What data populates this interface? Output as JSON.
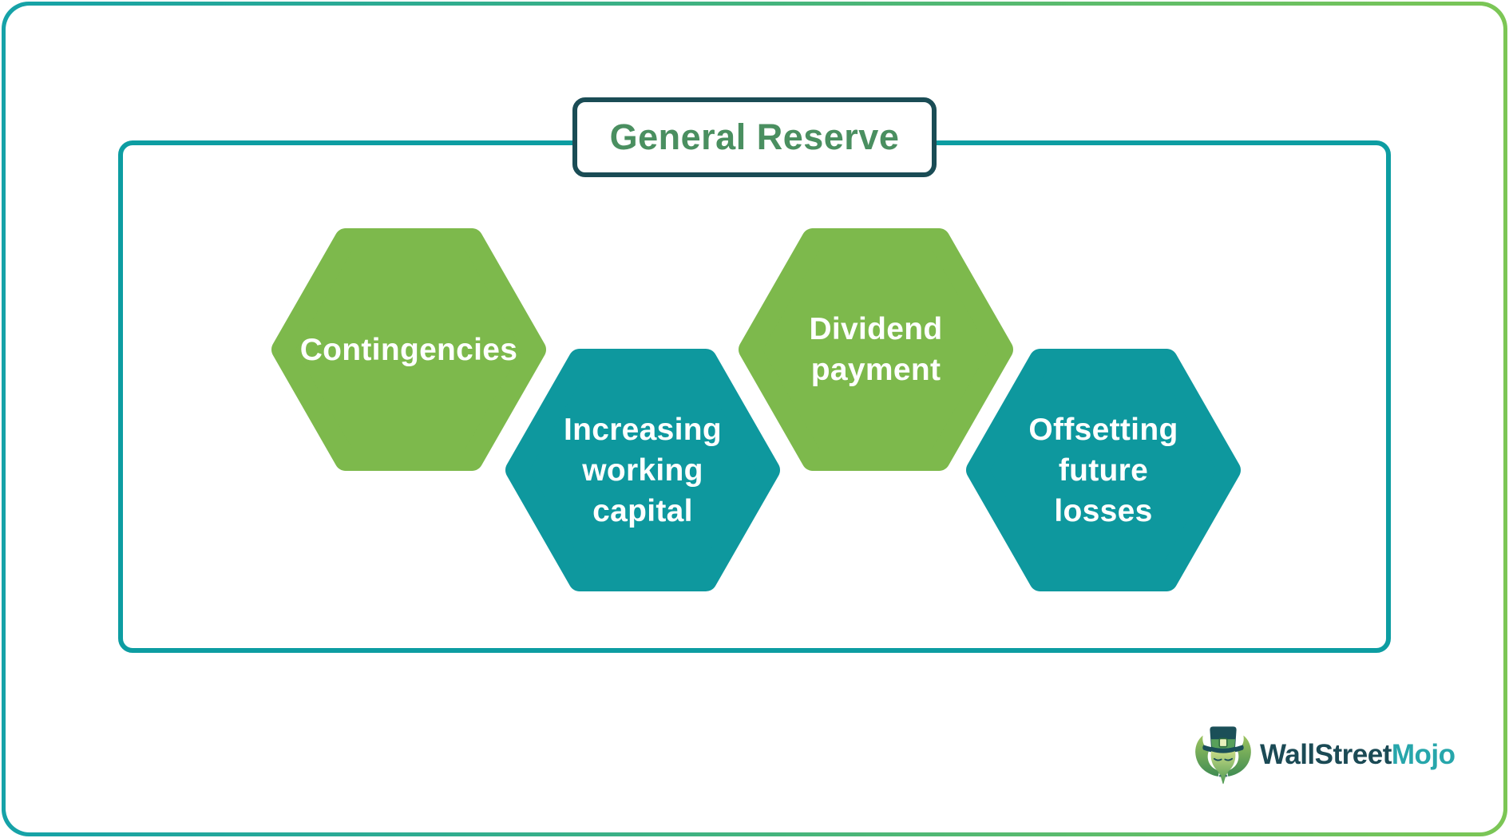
{
  "diagram": {
    "title": "General Reserve",
    "title_text_color": "#4a8f60",
    "title_border_color": "#1a4c55",
    "inner_frame_border_color": "#0d9da2",
    "outer_frame_gradient_start": "#15a2a8",
    "outer_frame_gradient_end": "#7cc655"
  },
  "hexagons": [
    {
      "id": "contingencies",
      "label": "Contingencies",
      "color": "#7db94c",
      "text_color": "#ffffff"
    },
    {
      "id": "increasing-working-capital",
      "label": "Increasing\nworking\ncapital",
      "color": "#0e989e",
      "text_color": "#ffffff"
    },
    {
      "id": "dividend-payment",
      "label": "Dividend\npayment",
      "color": "#7db94c",
      "text_color": "#ffffff"
    },
    {
      "id": "offsetting-future-losses",
      "label": "Offsetting\nfuture\nlosses",
      "color": "#0e989e",
      "text_color": "#ffffff"
    }
  ],
  "logo": {
    "brand": "WallStreetMojo",
    "text_primary": "WallStreet",
    "text_secondary": "Mojo",
    "primary_color": "#1b4a55",
    "secondary_color": "#27a6ab",
    "mascot": "bull-leprechaun-icon"
  }
}
